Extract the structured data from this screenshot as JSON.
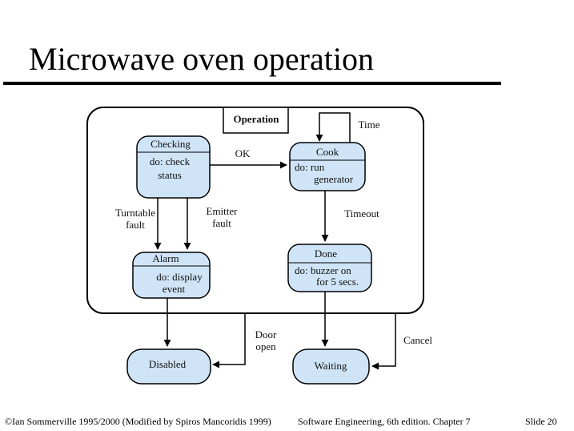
{
  "slide": {
    "title": "Microwave oven operation"
  },
  "diagram": {
    "superstate_label": "Operation",
    "states": {
      "checking": {
        "name": "Checking",
        "activity_line1": "do: check",
        "activity_line2": "status"
      },
      "cook": {
        "name": "Cook",
        "activity_line1": "do: run",
        "activity_line2": "generator"
      },
      "alarm": {
        "name": "Alarm",
        "activity_line1": "do: display",
        "activity_line2": "event"
      },
      "done": {
        "name": "Done",
        "activity_line1": "do: buzzer on",
        "activity_line2": "for 5 secs."
      },
      "disabled": {
        "name": "Disabled"
      },
      "waiting": {
        "name": "Waiting"
      }
    },
    "transitions": {
      "ok": "OK",
      "time": "Time",
      "timeout": "Timeout",
      "turntable_fault_line1": "Turntable",
      "turntable_fault_line2": "fault",
      "emitter_fault_line1": "Emitter",
      "emitter_fault_line2": "fault",
      "door_open_line1": "Door",
      "door_open_line2": "open",
      "cancel": "Cancel"
    }
  },
  "footer": {
    "copyright": "©Ian Sommerville 1995/2000 (Modified by Spiros Mancoridis 1999)",
    "book": "Software Engineering, 6th edition. Chapter 7",
    "slide_number": "Slide  20"
  }
}
